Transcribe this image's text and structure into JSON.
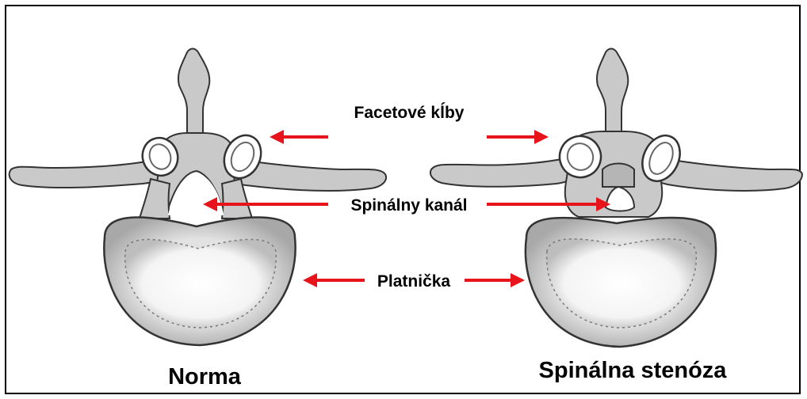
{
  "labels": {
    "facet_joints": "Facetové kĺby",
    "spinal_canal": "Spinálny kanál",
    "disc": "Platnička",
    "normal": "Norma",
    "stenosis": "Spinálna stenóza"
  },
  "colors": {
    "arrow": "#e8141b",
    "bone_fill": "#c9c9c9",
    "bone_dark": "#9a9a9a",
    "outline": "#333333",
    "disc_ring": "#d6d6d6",
    "nucleus": "#ffffff",
    "frame": "#000000"
  },
  "icons": {
    "left_vertebra": "normal-vertebra-illustration",
    "right_vertebra": "stenotic-vertebra-illustration"
  }
}
